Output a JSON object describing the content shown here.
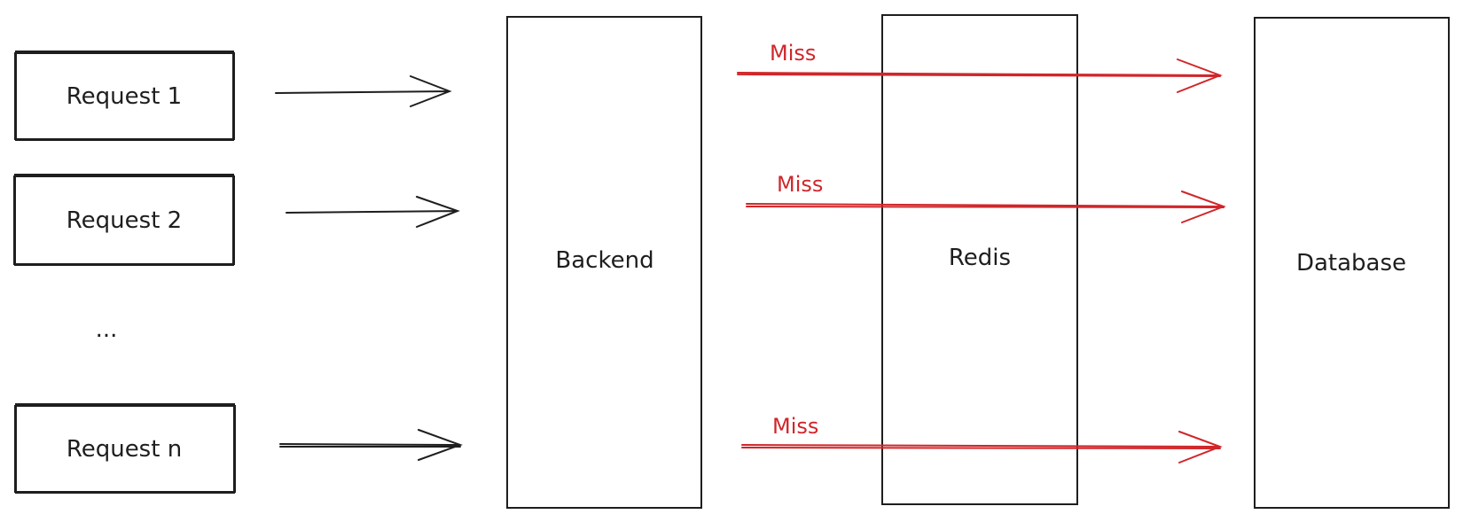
{
  "requests": [
    {
      "label": "Request 1"
    },
    {
      "label": "Request 2"
    },
    {
      "label": "Request n"
    }
  ],
  "ellipsis": "...",
  "components": {
    "backend": "Backend",
    "redis": "Redis",
    "database": "Database"
  },
  "edges": {
    "miss_label": "Miss"
  },
  "colors": {
    "stroke": "#1e1e1e",
    "miss": "#d0262a"
  }
}
